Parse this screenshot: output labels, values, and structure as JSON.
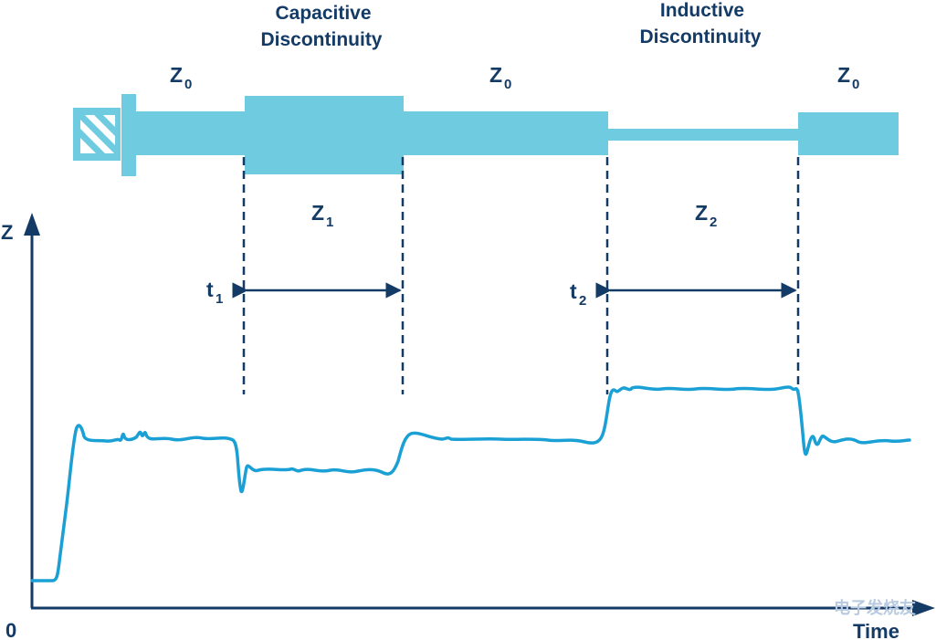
{
  "labels": {
    "capacitive_line1": "Capacitive",
    "capacitive_line2": "Discontinuity",
    "inductive_line1": "Inductive",
    "inductive_line2": "Discontinuity",
    "z0_main": "Z",
    "z0_sub": "0",
    "z1_main": "Z",
    "z1_sub": "1",
    "z2_main": "Z",
    "z2_sub": "2",
    "t1_main": "t",
    "t1_sub": "1",
    "t2_main": "t",
    "t2_sub": "2",
    "y_axis": "Z",
    "x_axis": "Time",
    "origin": "0",
    "watermark": "电子发烧友"
  },
  "colors": {
    "line_fill": "#6fcbe0",
    "trace": "#1aa0d4",
    "navy": "#143a66",
    "hatch_bg": "#ffffff"
  }
}
